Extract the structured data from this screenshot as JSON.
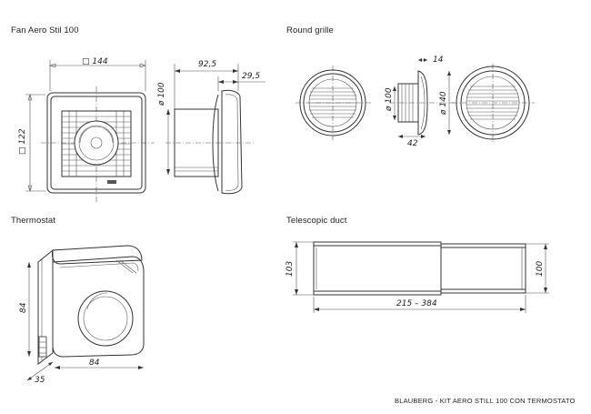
{
  "sections": {
    "fan": "Fan Aero Stil 100",
    "grille": "Round grille",
    "thermostat": "Thermostat",
    "duct": "Telescopic duct"
  },
  "dims": {
    "fan_width": "□ 144",
    "fan_height": "□ 122",
    "fan_depth": "92,5",
    "fan_front": "29,5",
    "fan_spigot": "ø 100",
    "grille_14": "14",
    "grille_100": "ø 100",
    "grille_140": "ø 140",
    "grille_42": "42",
    "thermo_h": "84",
    "thermo_w": "84",
    "thermo_d": "35",
    "duct_h": "103",
    "duct_100": "100",
    "duct_len": "215 – 384"
  },
  "footer": "BLAUBERG - KIT AERO STILL 100 CON TERMOSTATO"
}
